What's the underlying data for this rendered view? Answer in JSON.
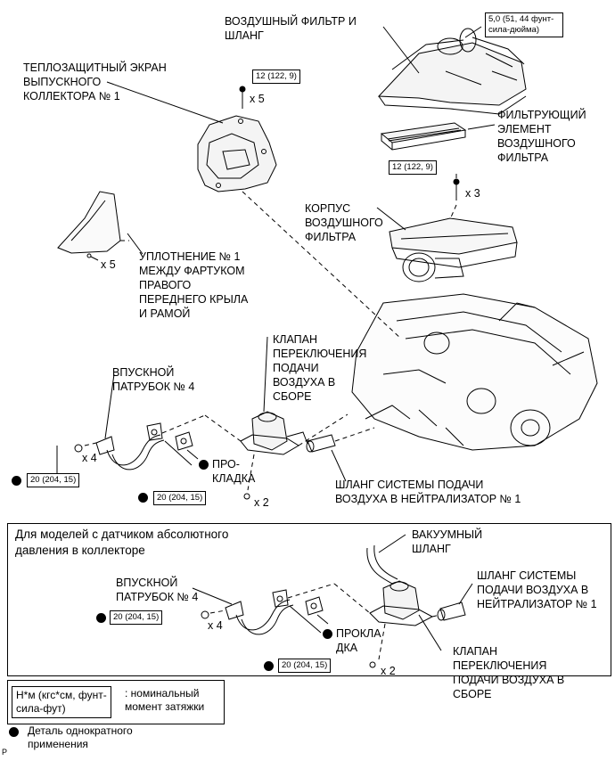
{
  "labels": {
    "air_filter_hose": "ВОЗДУШНЫЙ ФИЛЬТР И\nШЛАНГ",
    "heat_shield": "ТЕПЛОЗАЩИТНЫЙ ЭКРАН\nВЫПУСКНОГО\nКОЛЛЕКТОРА № 1",
    "filter_element": "ФИЛЬТРУЮЩИЙ\nЭЛЕМЕНТ\nВОЗДУШНОГО\nФИЛЬТРА",
    "filter_case": "КОРПУС\nВОЗДУШНОГО\nФИЛЬТРА",
    "seal": "УПЛОТНЕНИЕ № 1\nМЕЖДУ ФАРТУКОМ\nПРАВОГО\nПЕРЕДНЕГО КРЫЛА\nИ РАМОЙ",
    "valve": "КЛАПАН\nПЕРЕКЛЮЧЕНИЯ\nПОДАЧИ\nВОЗДУХА В\nСБОРЕ",
    "intake_pipe": "ВПУСКНОЙ\nПАТРУБОК № 4",
    "gasket": "ПРО-\nКЛАДКА",
    "air_hose": "ШЛАНГ СИСТЕМЫ ПОДАЧИ\nВОЗДУХА В НЕЙТРАЛИЗАТОР № 1",
    "sub_title": "Для моделей с датчиком абсолютного\nдавления в коллекторе",
    "vacuum_hose": "ВАКУУМНЫЙ\nШЛАНГ",
    "sub_air_hose": "ШЛАНГ СИСТЕМЫ\nПОДАЧИ ВОЗДУХА В\nНЕЙТРАЛИЗАТОР № 1",
    "sub_intake_pipe": "ВПУСКНОЙ\nПАТРУБОК № 4",
    "sub_gasket": "ПРОКЛА\nДКА",
    "sub_valve": "КЛАПАН\nПЕРЕКЛЮЧЕНИЯ\nПОДАЧИ ВОЗДУХА В\nСБОРЕ"
  },
  "torques": {
    "air_filter_hose": "5,0 (51, 44 фунт-\nсила-дюйма)",
    "heat_shield": "12 (122, 9)",
    "filter_case": "12 (122, 9)",
    "intake_pipe": "20 (204, 15)",
    "valve": "20 (204, 15)",
    "sub_intake_pipe": "20 (204, 15)",
    "sub_valve": "20 (204, 15)"
  },
  "quantities": {
    "heat_shield": "x 5",
    "filter_case": "x 3",
    "seal": "x 5",
    "intake_pipe": "x 4",
    "valve": "x 2",
    "sub_intake_pipe": "x 4",
    "sub_valve": "x 2"
  },
  "legend": {
    "unit": "Н*м (кгс*см, фунт-\nсила-фут)",
    "unit_desc": ": номинальный\nмомент затяжки",
    "one_time": "Деталь однократного\nприменения"
  },
  "corner_mark": "P"
}
